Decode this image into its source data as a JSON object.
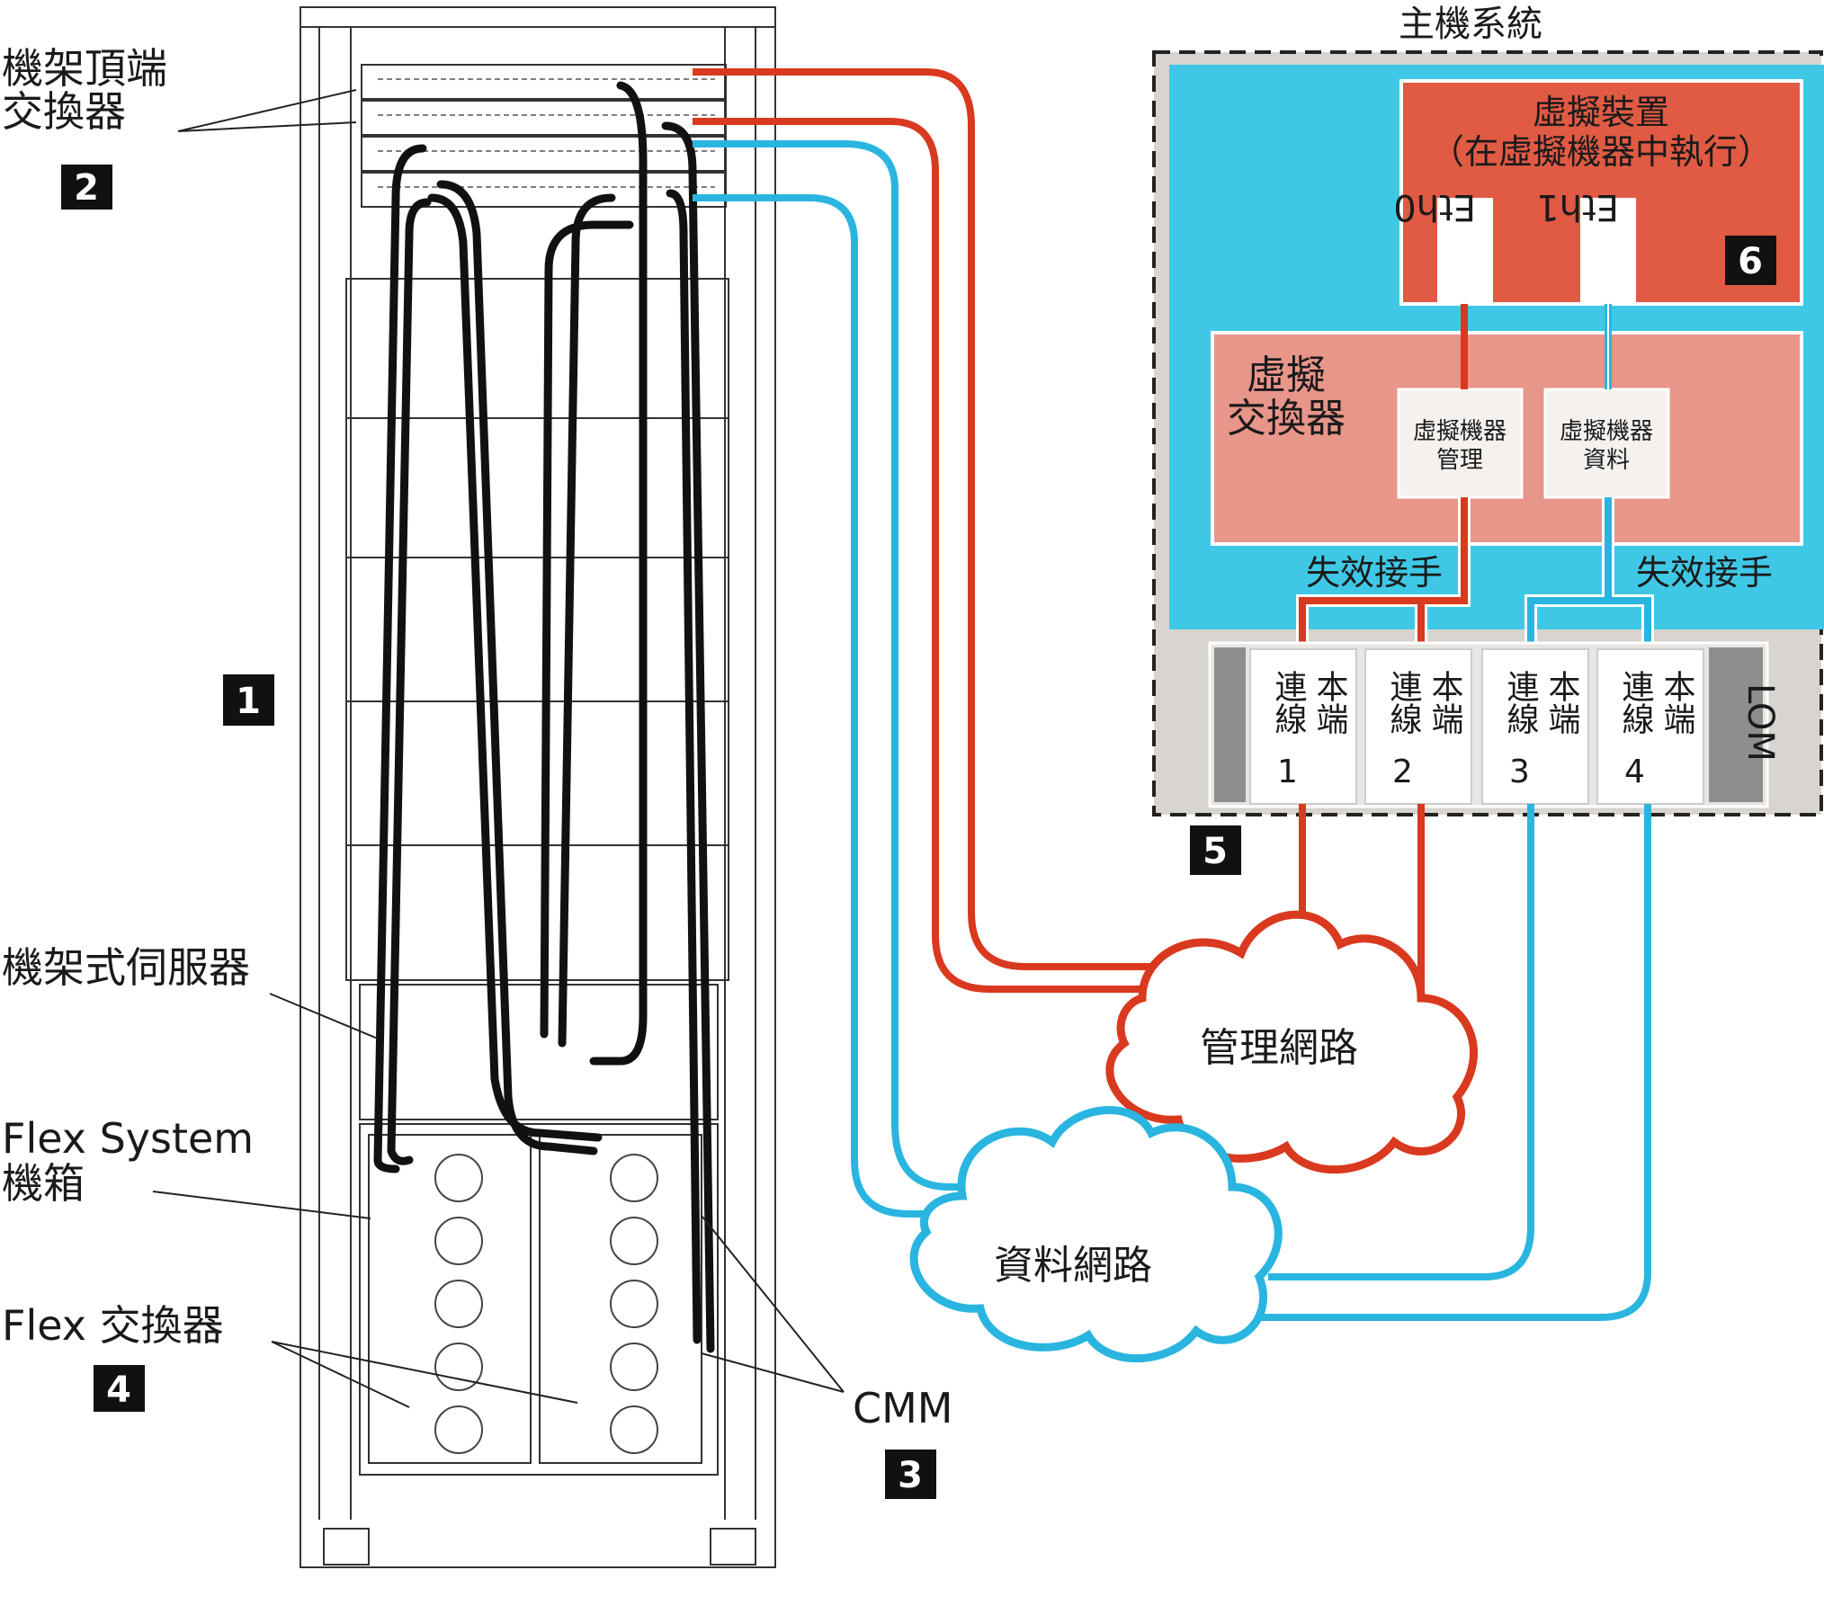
{
  "host": {
    "title": "主機系統",
    "appliance": [
      "虛擬裝置",
      "（在虛擬機器中執行）"
    ],
    "eth0": "Eth0",
    "eth1": "Eth1",
    "vswitch": [
      "虛擬",
      "交換器"
    ],
    "vm_mgmt": [
      "虛擬機器",
      "管理"
    ],
    "vm_data": [
      "虛擬機器",
      "資料"
    ],
    "failover": "失效接手",
    "lom": "LOM",
    "ports": [
      [
        "本端",
        "連線",
        "1"
      ],
      [
        "本端",
        "連線",
        "2"
      ],
      [
        "本端",
        "連線",
        "3"
      ],
      [
        "本端",
        "連線",
        "4"
      ]
    ]
  },
  "clouds": {
    "management": "管理網路",
    "data": "資料網路"
  },
  "labels": {
    "tor": [
      "機架頂端",
      "交換器"
    ],
    "rack_server": "機架式伺服器",
    "flex_chassis": [
      "Flex System",
      "機箱"
    ],
    "flex_switch": "Flex 交換器",
    "cmm": "CMM"
  },
  "badges": [
    "1",
    "2",
    "3",
    "4",
    "5",
    "6"
  ],
  "colors": {
    "management": "#d9391e",
    "data": "#29b5e0",
    "host_bg": "#3ec8e6",
    "appliance": "#e05a44",
    "vswitch": "#e8958a",
    "lom_strip": "#d8d4cf",
    "black_cable": "#111111"
  }
}
